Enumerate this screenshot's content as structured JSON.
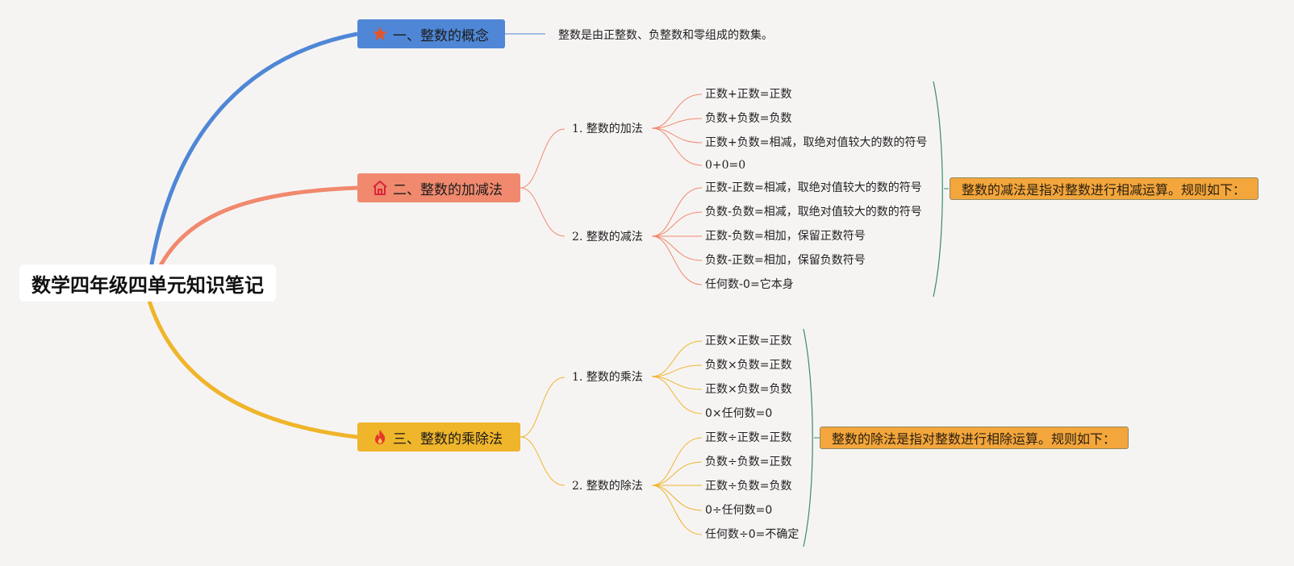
{
  "title": "数学四年级四单元知识笔记",
  "colors": {
    "background": "#f6f4f3",
    "topic1": "#4f87d6",
    "topic2": "#f0896e",
    "topic3": "#efb52b",
    "summary_fill": "#f3a63c",
    "bracket": "#3a8c64"
  },
  "topics": [
    {
      "label": "一、整数的概念",
      "icon": "star-icon",
      "detail": "整数是由正整数、负整数和零组成的数集。"
    },
    {
      "label": "二、整数的加减法",
      "icon": "house-icon",
      "subtopics": [
        {
          "label": "1. 整数的加法",
          "rules": [
            "正数+正数=正数",
            "负数+负数=负数",
            "正数+负数=相减，取绝对值较大的数的符号",
            "0+0=0"
          ]
        },
        {
          "label": "2. 整数的减法",
          "rules": [
            "正数-正数=相减，取绝对值较大的数的符号",
            "负数-负数=相减，取绝对值较大的数的符号",
            "正数-负数=相加，保留正数符号",
            "负数-正数=相加，保留负数符号",
            "任何数-0=它本身"
          ]
        }
      ],
      "summary": "整数的减法是指对整数进行相减运算。规则如下："
    },
    {
      "label": "三、整数的乘除法",
      "icon": "fire-icon",
      "subtopics": [
        {
          "label": "1. 整数的乘法",
          "rules": [
            "正数×正数=正数",
            "负数×负数=正数",
            "正数×负数=负数",
            "0×任何数=0"
          ]
        },
        {
          "label": "2. 整数的除法",
          "rules": [
            "正数÷正数=正数",
            "负数÷负数=正数",
            "正数÷负数=负数",
            "0÷任何数=0",
            "任何数÷0=不确定"
          ]
        }
      ],
      "summary": "整数的除法是指对整数进行相除运算。规则如下："
    }
  ]
}
